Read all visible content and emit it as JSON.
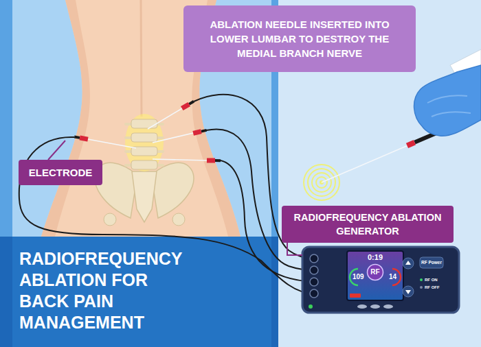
{
  "diagram": {
    "title": "RADIOFREQUENCY ABLATION FOR BACK PAIN MANAGEMENT",
    "nodes": [
      {
        "text": [
          "ABLATION NEEDLE INSERTED INTO LOWER LUMBAR TO DESTROY THE MEDIAL BRANCH NERVE"
        ]
      },
      {
        "text": [
          "ELECTRODE"
        ]
      },
      {
        "text": [
          "RADIOFREQUENCY ABLATION GENERATOR"
        ]
      },
      {
        "text": [
          "RF Power",
          "RF ON",
          "RF OFF"
        ]
      },
      {
        "text": [
          "0:19",
          "109",
          "14"
        ],
        "in": 3
      },
      {
        "text": [
          "RF"
        ],
        "in": 4
      }
    ],
    "edges": [
      {
        "from": 2,
        "to": 3,
        "arrow": "none"
      }
    ]
  }
}
